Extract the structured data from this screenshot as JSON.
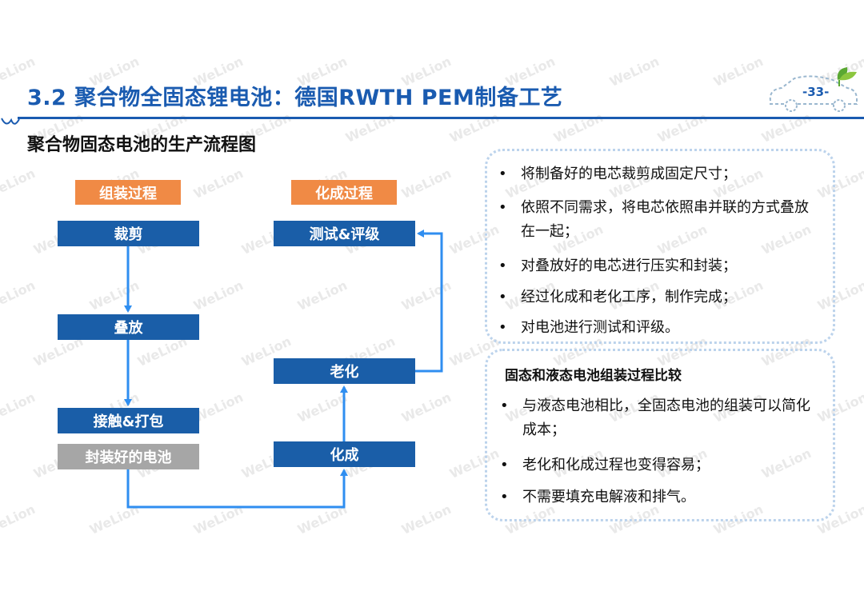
{
  "header": {
    "title": "3.2 聚合物全固态锂电池：德国RWTH PEM制备工艺",
    "page_number": "-33-"
  },
  "subtitle": "聚合物固态电池的生产流程图",
  "flow": {
    "assembly_label": "组装过程",
    "formation_label": "化成过程",
    "steps": {
      "cut": "裁剪",
      "stack": "叠放",
      "contact_pack": "接触&打包",
      "sealed_battery": "封装好的电池",
      "formation": "化成",
      "aging": "老化",
      "test_grade": "测试&评级"
    }
  },
  "process_notes": [
    "将制备好的电芯裁剪成固定尺寸；",
    "依照不同需求，将电芯依照串并联的方式叠放在一起；",
    "对叠放好的电芯进行压实和封装；",
    "经过化成和老化工序，制作完成；",
    "对电池进行测试和评级。"
  ],
  "comparison": {
    "title": "固态和液态电池组装过程比较",
    "items": [
      "与液态电池相比，全固态电池的组装可以简化成本；",
      "老化和化成过程也变得容易；",
      "不需要填充电解液和排气。"
    ]
  },
  "bullet_symbol": "•",
  "watermark_text": "WeLion",
  "colors": {
    "title_blue": "#1a5bb0",
    "box_blue": "#1a5ea8",
    "label_orange": "#f08a45",
    "arrow_blue": "#2f8ef0",
    "sealed_gray": "#a6a6a6",
    "panel_border": "#bcd3ec"
  }
}
